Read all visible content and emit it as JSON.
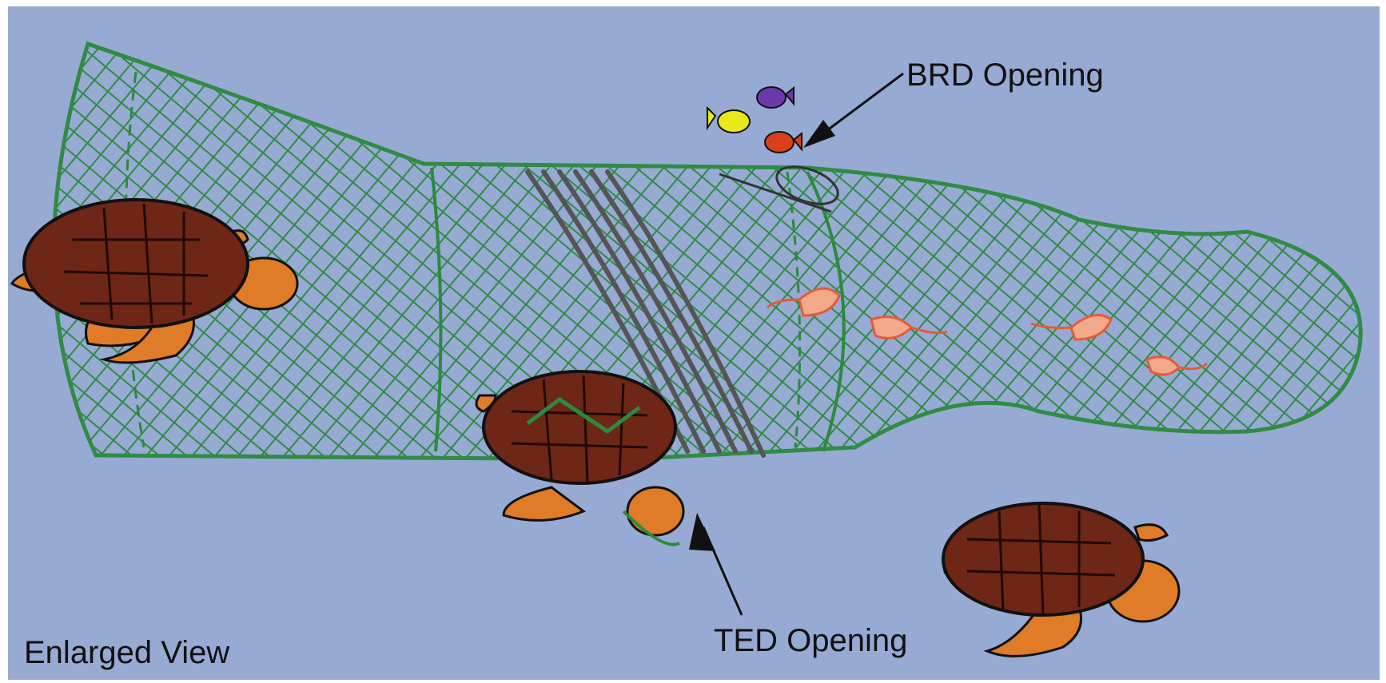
{
  "labels": {
    "brd_opening": "BRD Opening",
    "ted_opening": "TED Opening",
    "enlarged_view": "Enlarged View"
  },
  "colors": {
    "background": "#97aad3",
    "frame": "#ffffff",
    "net": "#2b8a3e",
    "ted_grid": "#555555",
    "turtle_shell": "#6e2616",
    "turtle_skin": "#e07b27",
    "outline": "#111111",
    "shrimp": "#e55a3a",
    "fish_yellow": "#e8e81a",
    "fish_purple": "#6a3aa8",
    "fish_red": "#d8401a"
  },
  "icons": [
    "turtle-icon",
    "shrimp-icon",
    "fish-icon",
    "arrow-icon"
  ]
}
